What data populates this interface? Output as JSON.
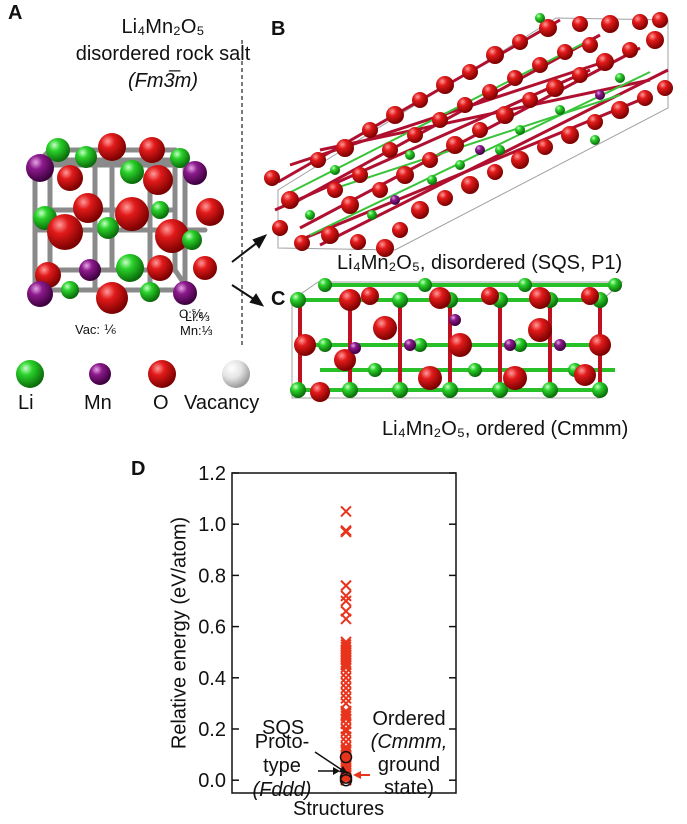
{
  "panels": {
    "A": {
      "letter": "A",
      "title_line1": "Li₄Mn₂O₅",
      "title_line2": "disordered rock salt",
      "title_line3": "(Fm3̅m)",
      "occ_o": "O:⅚",
      "occ_vac": "Vac: ⅙",
      "occ_li": "Li:⅔",
      "occ_mn": "Mn:⅓"
    },
    "B": {
      "letter": "B",
      "caption": "Li₄Mn₂O₅, disordered (SQS, P1)"
    },
    "C": {
      "letter": "C",
      "caption": "Li₄Mn₂O₅, ordered (Cmmm)"
    },
    "D": {
      "letter": "D"
    }
  },
  "legend": {
    "items": [
      {
        "label": "Li",
        "color": "#22cc22"
      },
      {
        "label": "Mn",
        "color": "#8a1a8a"
      },
      {
        "label": "O",
        "color": "#d41414"
      },
      {
        "label": "Vacancy",
        "color": "#e6e6e6"
      }
    ]
  },
  "chart_data": {
    "type": "scatter",
    "xlabel": "Structures",
    "ylabel": "Relative energy (eV/atom)",
    "ylim": [
      -0.05,
      1.2
    ],
    "yticks": [
      "0.0",
      "0.2",
      "0.4",
      "0.6",
      "0.8",
      "1.0",
      "1.2"
    ],
    "ytick_values": [
      0.0,
      0.2,
      0.4,
      0.6,
      0.8,
      1.0,
      1.2
    ],
    "marker_color": "#e8341c",
    "series": [
      {
        "marker": "x",
        "values": [
          1.05,
          0.97,
          0.975,
          0.76,
          0.72,
          0.7,
          0.66,
          0.63,
          0.54,
          0.53,
          0.52,
          0.51,
          0.5,
          0.49,
          0.48,
          0.47,
          0.46,
          0.45,
          0.44,
          0.42,
          0.4,
          0.38,
          0.36,
          0.34,
          0.32,
          0.3,
          0.27,
          0.26,
          0.25,
          0.24,
          0.22,
          0.2,
          0.19,
          0.17,
          0.15,
          0.13,
          0.12,
          0.11,
          0.1,
          0.09,
          0.08,
          0.07,
          0.06,
          0.05,
          0.04,
          0.03,
          0.02,
          0.01,
          0.005,
          0.0
        ]
      }
    ],
    "highlights": [
      {
        "name": "SQS",
        "value": 0.09
      },
      {
        "name": "Prototype",
        "value": 0.01
      },
      {
        "name": "Ordered",
        "value": 0.0
      }
    ],
    "annotations": {
      "sqs": "SQS",
      "proto_line1": "Proto-",
      "proto_line2": "type",
      "proto_line3": "(Fddd)",
      "ordered_line1": "Ordered",
      "ordered_line2": "(Cmmm,",
      "ordered_line3": "ground",
      "ordered_line4": "state)"
    }
  }
}
